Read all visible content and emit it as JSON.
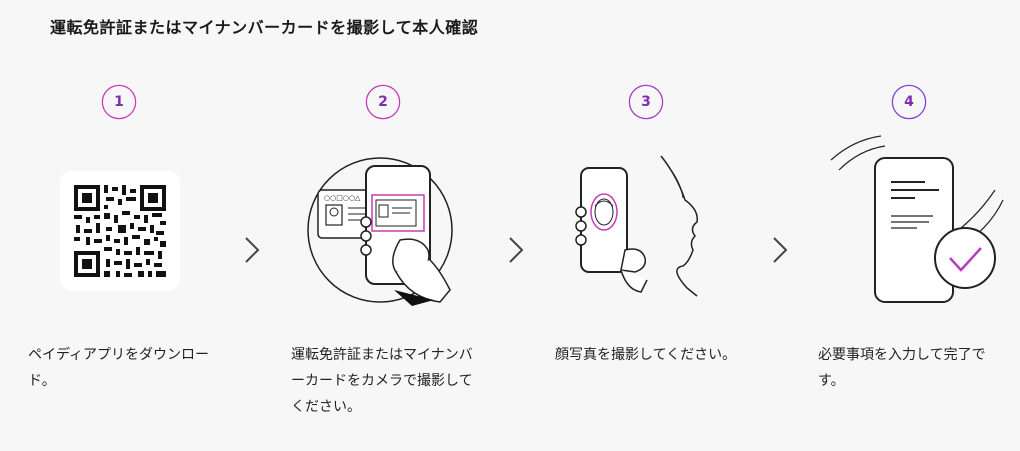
{
  "page": {
    "title": "運転免許証またはマイナンバーカードを撮影して本人確認"
  },
  "colors": {
    "accent_start": "#c93ab5",
    "accent_end": "#7b3fe4",
    "background": "#f7f7f7"
  },
  "steps": [
    {
      "number": "1",
      "icon": "qr-code-icon",
      "description": "ペイディアプリをダウンロード。"
    },
    {
      "number": "2",
      "icon": "phone-scan-id-card-icon",
      "description": "運転免許証またはマイナンバーカードをカメラで撮影してください。"
    },
    {
      "number": "3",
      "icon": "selfie-face-scan-icon",
      "description": "顔写真を撮影してください。"
    },
    {
      "number": "4",
      "icon": "form-complete-check-icon",
      "description": "必要事項を入力して完了です。"
    }
  ]
}
